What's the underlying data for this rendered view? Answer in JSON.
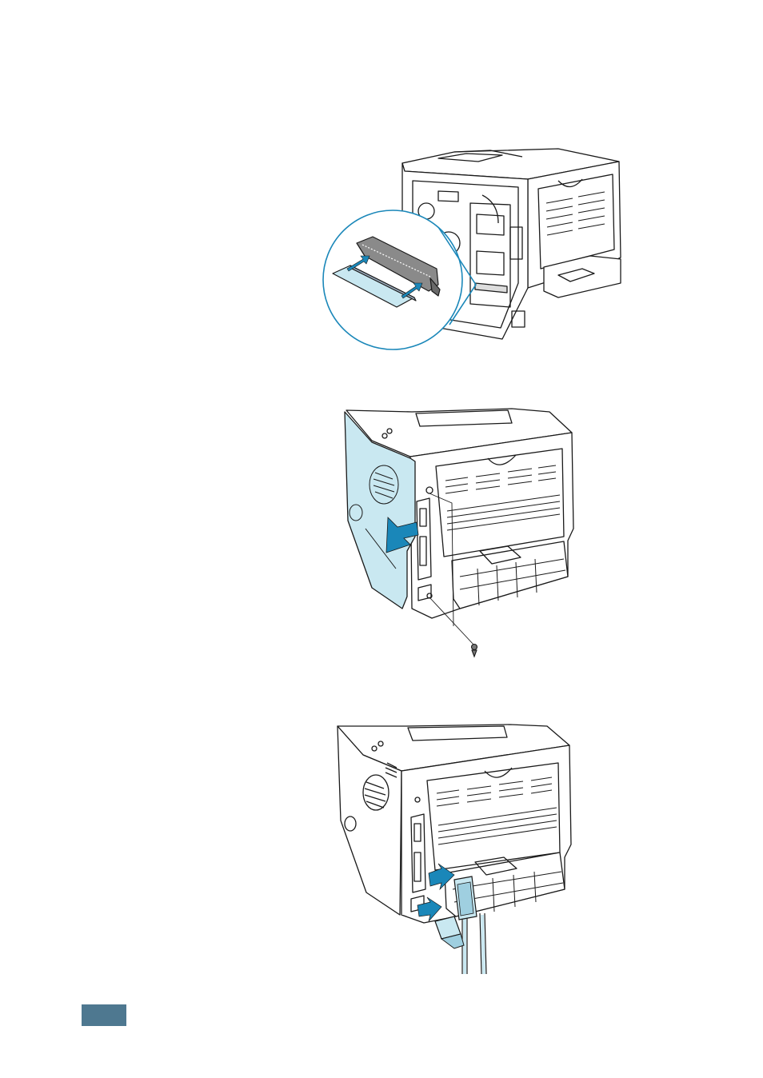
{
  "colors": {
    "accent_blue": "#1a87b9",
    "cover_tint": "#c9e8f1",
    "line": "#1a1a1a",
    "page_tab": "#4e7890"
  },
  "figures": [
    {
      "icon": "printer-memory-install-illustration"
    },
    {
      "icon": "printer-rear-cover-illustration"
    },
    {
      "icon": "printer-cable-connection-illustration"
    }
  ]
}
